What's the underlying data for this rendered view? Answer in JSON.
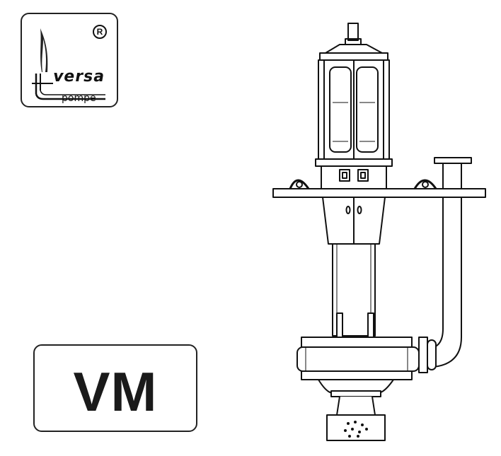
{
  "logo": {
    "brand_text": "versa",
    "sub_text": "pompe",
    "registered_mark": "R"
  },
  "model": {
    "label": "VM"
  },
  "illustration": {
    "subject": "vertical sump pump drawing",
    "icon": "vertical-pump-icon"
  }
}
